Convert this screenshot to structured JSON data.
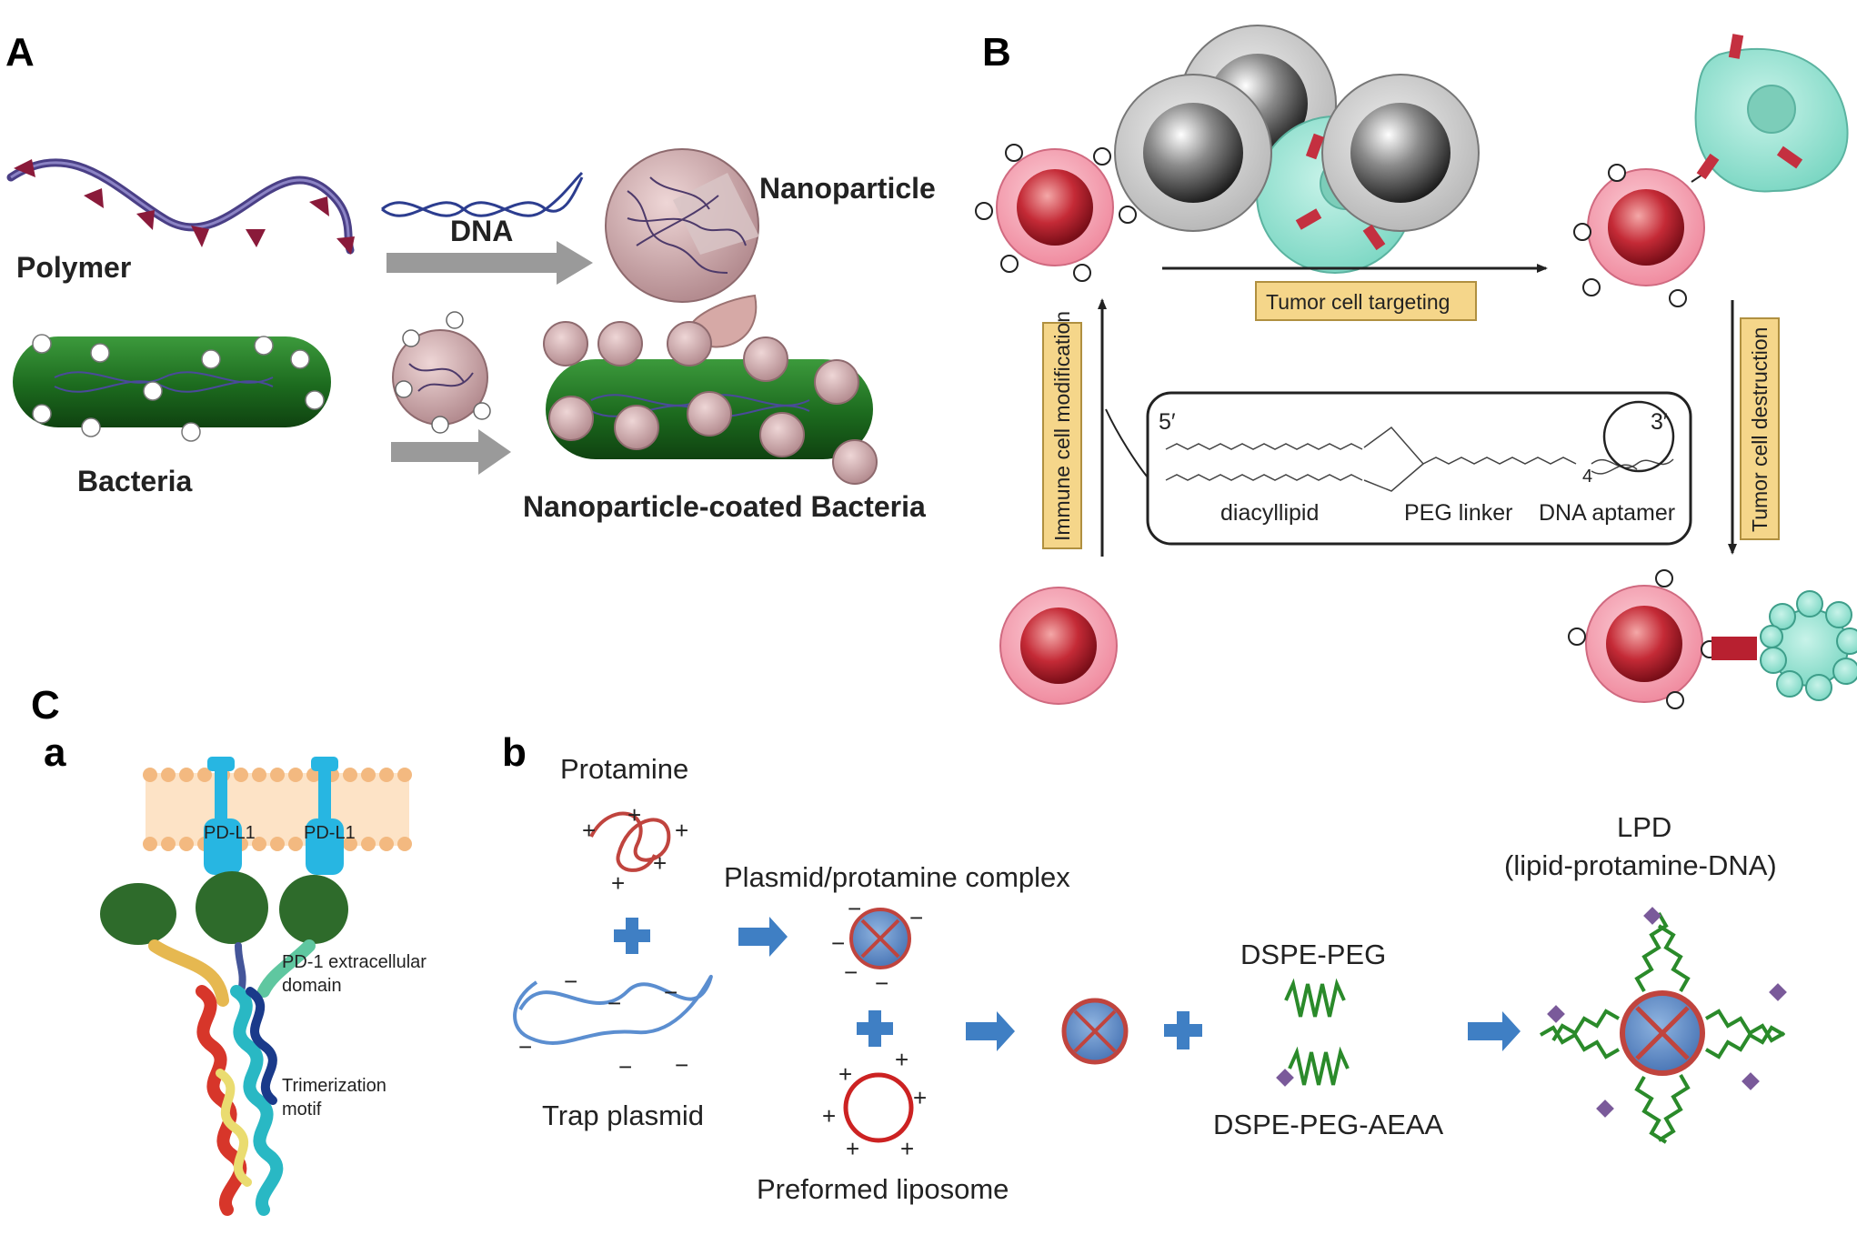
{
  "panels": {
    "A": "A",
    "B": "B",
    "C": "C",
    "Ca": "a",
    "Cb": "b"
  },
  "panelA": {
    "polymer": "Polymer",
    "dna": "DNA",
    "nanoparticle": "Nanoparticle",
    "bacteria": "Bacteria",
    "coated": "Nanoparticle-coated Bacteria"
  },
  "panelB": {
    "targeting": "Tumor cell targeting",
    "modification": "Immune cell modification",
    "destruction": "Tumor cell destruction",
    "five_prime": "5′",
    "three_prime": "3′",
    "diacyllipid": "diacyllipid",
    "peg_linker": "PEG linker",
    "dna_aptamer": "DNA aptamer",
    "subscript_4": "4"
  },
  "panelCa": {
    "pdl1_left": "PD-L1",
    "pdl1_right": "PD-L1",
    "pd1_line1": "PD-1 extracellular",
    "pd1_line2": "domain",
    "trim_line1": "Trimerization",
    "trim_line2": "motif"
  },
  "panelCb": {
    "protamine": "Protamine",
    "complex": "Plasmid/protamine complex",
    "trap": "Trap plasmid",
    "liposome": "Preformed liposome",
    "dspe_peg": "DSPE-PEG",
    "dspe_peg_aeaa": "DSPE-PEG-AEAA",
    "lpd_line1": "LPD",
    "lpd_line2": "(lipid-protamine-DNA)"
  },
  "colors": {
    "polymer": "#4a3f86",
    "triangle": "#8a1a3a",
    "bacteria": "#1f6e22",
    "nanoparticle": "#c9a2a4",
    "arrow_gray": "#9a9a9a",
    "immune_cell": "#f2a6b4",
    "immune_core": "#b82030",
    "tumor_cell": "#9fe3d3",
    "gray_cell": "#c9c9c9",
    "label_box": "#f5d68a",
    "membrane": "#f3b980",
    "pdl1": "#27b6e2",
    "pd1": "#2e6b2b",
    "blue_plus": "#3f7fc4",
    "plasmid": "#5b8ed0",
    "liposome": "#cc2222",
    "peg": "#2a8a2a",
    "aeaa": "#7a5a9a"
  }
}
